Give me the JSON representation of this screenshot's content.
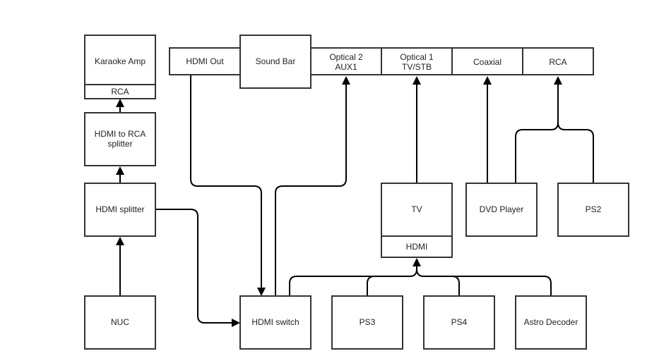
{
  "diagram": {
    "title": "Home AV wiring diagram",
    "nodes": {
      "karaoke_amp": {
        "label": "Karaoke Amp",
        "port": "RCA"
      },
      "hdmi_to_rca": {
        "label_line1": "HDMI to RCA",
        "label_line2": "splitter"
      },
      "hdmi_splitter": {
        "label": "HDMI splitter"
      },
      "nuc": {
        "label": "NUC"
      },
      "sound_bar": {
        "label": "Sound Bar",
        "ports": {
          "hdmi_out": "HDMI Out",
          "optical2_line1": "Optical 2",
          "optical2_line2": "AUX1",
          "optical1_line1": "Optical 1",
          "optical1_line2": "TV/STB",
          "coaxial": "Coaxial",
          "rca": "RCA"
        }
      },
      "tv": {
        "label": "TV",
        "port": "HDMI"
      },
      "dvd_player": {
        "label": "DVD Player"
      },
      "ps2": {
        "label": "PS2"
      },
      "hdmi_switch": {
        "label": "HDMI switch"
      },
      "ps3": {
        "label": "PS3"
      },
      "ps4": {
        "label": "PS4"
      },
      "astro_decoder": {
        "label": "Astro Decoder"
      }
    },
    "connections": [
      {
        "from": "NUC",
        "to": "HDMI splitter"
      },
      {
        "from": "HDMI splitter",
        "to": "HDMI to RCA splitter"
      },
      {
        "from": "HDMI to RCA splitter",
        "to": "Karaoke Amp (RCA)"
      },
      {
        "from": "HDMI splitter",
        "to": "HDMI switch"
      },
      {
        "from": "Sound Bar (HDMI Out)",
        "to": "HDMI switch"
      },
      {
        "from": "HDMI switch",
        "to": "Sound Bar (Optical 2 AUX1)"
      },
      {
        "from": "HDMI switch",
        "to": "TV (HDMI)"
      },
      {
        "from": "PS3",
        "to": "TV (HDMI)"
      },
      {
        "from": "PS4",
        "to": "TV (HDMI)"
      },
      {
        "from": "Astro Decoder",
        "to": "TV (HDMI)"
      },
      {
        "from": "TV",
        "to": "Sound Bar (Optical 1 TV/STB)"
      },
      {
        "from": "DVD Player",
        "to": "Sound Bar (Coaxial)"
      },
      {
        "from": "DVD Player",
        "to": "Sound Bar (RCA)"
      },
      {
        "from": "PS2",
        "to": "Sound Bar (RCA)"
      }
    ]
  }
}
